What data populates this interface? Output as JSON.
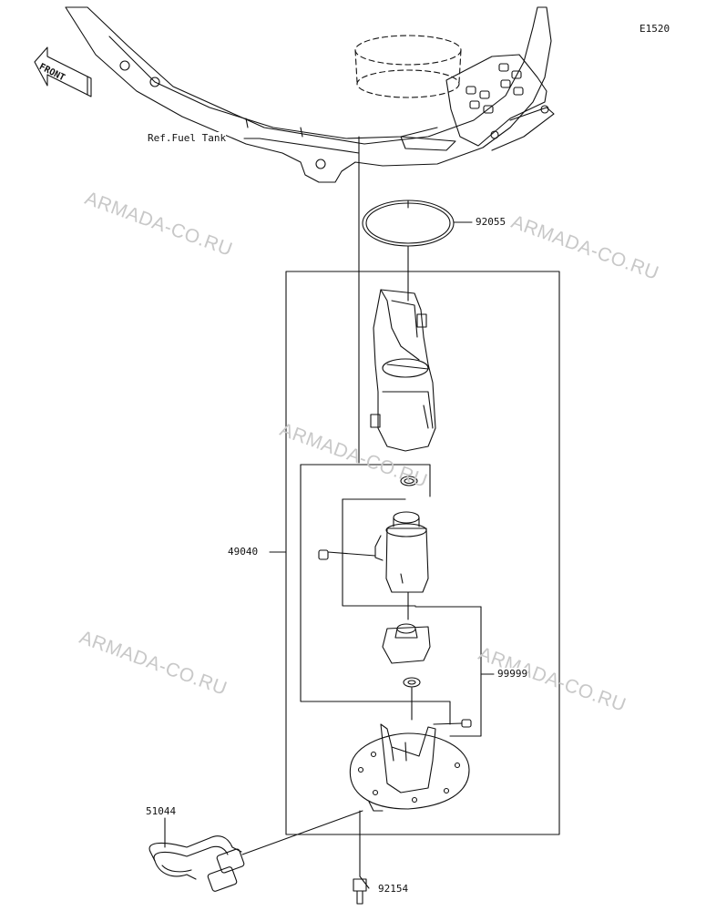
{
  "diagram_code": "E1520",
  "front_label": "FRONT",
  "ref_label": "Ref.Fuel Tank",
  "parts": {
    "o_ring": "92055",
    "pump_assembly": "49040",
    "pump_kit": "99999",
    "hose": "51044",
    "bolt": "92154"
  },
  "watermark": "ARMADA-CO.RU"
}
